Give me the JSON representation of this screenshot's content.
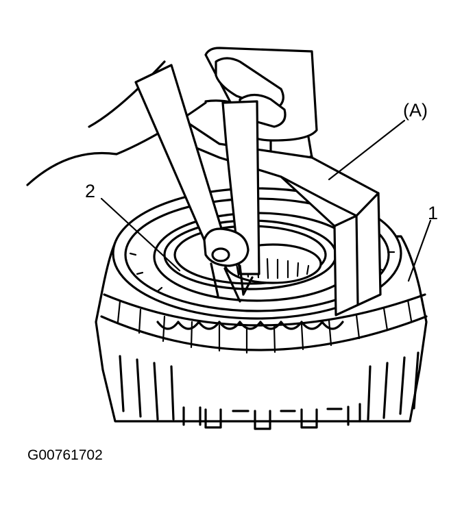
{
  "callouts": {
    "tool": "(A)",
    "snap_ring": "2",
    "clutch_assembly": "1"
  },
  "figure_id": "G00761702"
}
